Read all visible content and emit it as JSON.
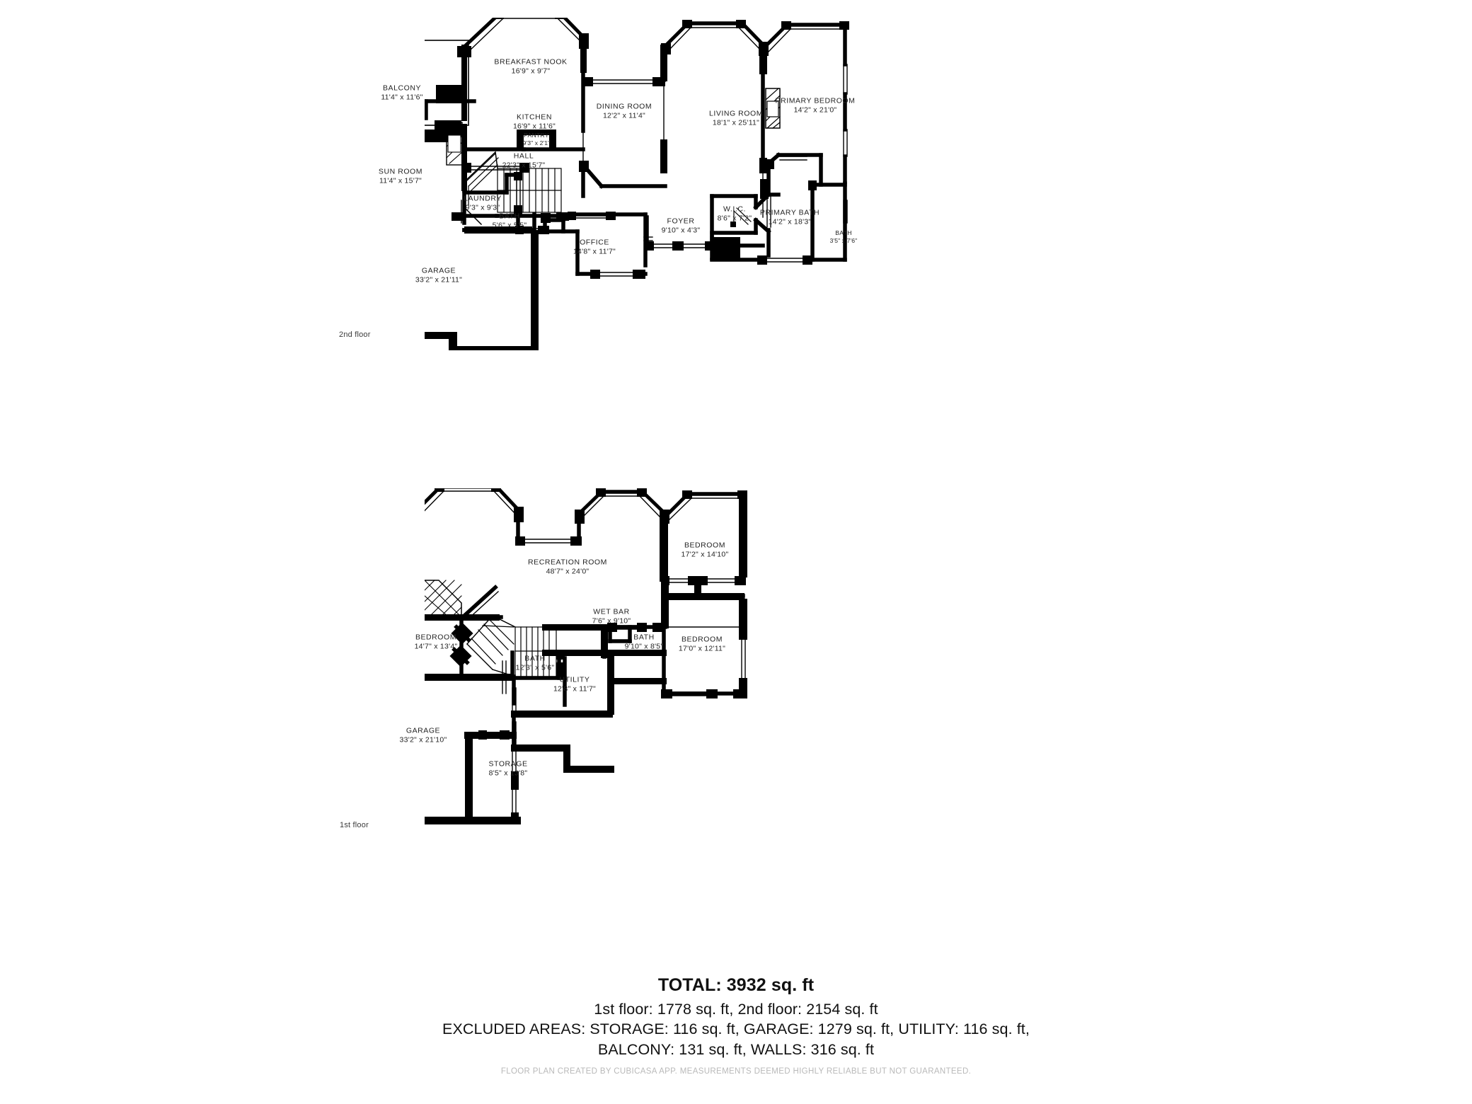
{
  "document": {
    "type": "floor-plan",
    "floors": [
      {
        "tag": "2nd floor",
        "rooms": [
          {
            "name": "BALCONY",
            "dim": "11'4\" x 11'6\""
          },
          {
            "name": "BREAKFAST NOOK",
            "dim": "16'9\" x 9'7\""
          },
          {
            "name": "KITCHEN",
            "dim": "16'9\" x 11'6\""
          },
          {
            "name": "PANTRY",
            "dim": "9'3\" x 2'1\""
          },
          {
            "name": "SUN ROOM",
            "dim": "11'4\" x 15'7\""
          },
          {
            "name": "LAUNDRY",
            "dim": "9'3\" x 9'3\""
          },
          {
            "name": "DINING ROOM",
            "dim": "12'2\" x 11'4\""
          },
          {
            "name": "LIVING ROOM",
            "dim": "18'1\" x 25'11\""
          },
          {
            "name": "PRIMARY BEDROOM",
            "dim": "14'2\" x 21'0\""
          },
          {
            "name": "HALL",
            "dim": "22'3\" x 15'7\""
          },
          {
            "name": "BATH",
            "dim": "5'6\" x 5'5\""
          },
          {
            "name": "OFFICE",
            "dim": "14'8\" x 11'7\""
          },
          {
            "name": "FOYER",
            "dim": "9'10\" x 4'3\""
          },
          {
            "name": "W.I.C.",
            "dim": "8'6\" x 7'2\""
          },
          {
            "name": "PRIMARY BATH",
            "dim": "14'2\" x 18'3\""
          },
          {
            "name": "BATH",
            "dim": "3'5\" x 7'6\""
          },
          {
            "name": "GARAGE",
            "dim": "33'2\" x 21'11\""
          }
        ]
      },
      {
        "tag": "1st floor",
        "rooms": [
          {
            "name": "RECREATION ROOM",
            "dim": "48'7\" x 24'0\""
          },
          {
            "name": "BEDROOM",
            "dim": "17'2\" x 14'10\""
          },
          {
            "name": "BEDROOM",
            "dim": "14'7\" x 13'4\""
          },
          {
            "name": "WET BAR",
            "dim": "7'6\" x 9'10\""
          },
          {
            "name": "BATH",
            "dim": "9'10\" x 8'5\""
          },
          {
            "name": "BEDROOM",
            "dim": "17'0\" x 12'11\""
          },
          {
            "name": "BATH",
            "dim": "12'3\" x 5'6\""
          },
          {
            "name": "UTILITY",
            "dim": "12'8\" x 11'7\""
          },
          {
            "name": "GARAGE",
            "dim": "33'2\" x 21'10\""
          },
          {
            "name": "STORAGE",
            "dim": "8'5\" x 13'8\""
          }
        ]
      }
    ]
  },
  "summary": {
    "total": "TOTAL: 3932 sq. ft",
    "floors_line": "1st floor: 1778 sq. ft, 2nd floor: 2154 sq. ft",
    "excluded_line_1": "EXCLUDED AREAS: STORAGE: 116 sq. ft, GARAGE: 1279 sq. ft, UTILITY: 116 sq. ft,",
    "excluded_line_2": "BALCONY: 131 sq. ft, WALLS: 316 sq. ft"
  },
  "disclaimer": "FLOOR PLAN CREATED BY CUBICASA APP. MEASUREMENTS DEEMED HIGHLY RELIABLE BUT NOT GUARANTEED.",
  "colors": {
    "wall": "#000000",
    "background": "#ffffff",
    "label_text": "#232323",
    "disclaimer_text": "#b9b9b9"
  }
}
